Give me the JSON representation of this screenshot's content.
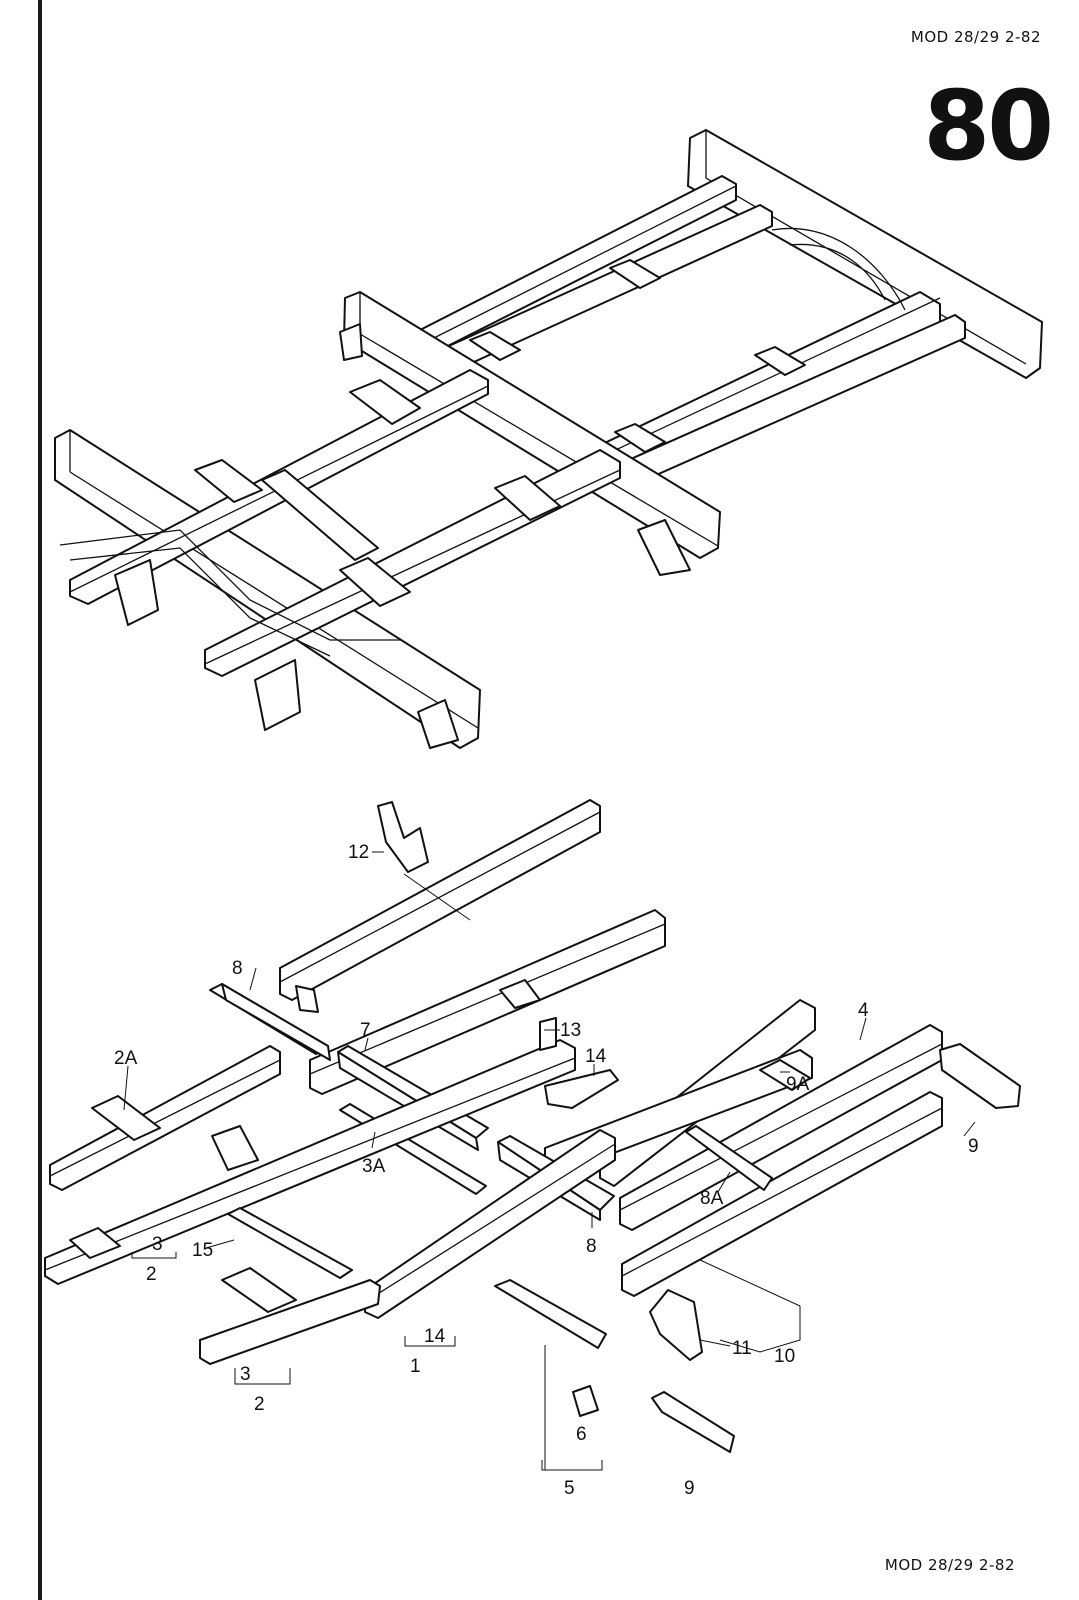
{
  "header": {
    "model_code": "MOD 28/29  2-82",
    "page_number": "80"
  },
  "footer": {
    "model_code": "MOD 28/29  2-82"
  },
  "callouts": [
    {
      "id": "12",
      "text": "12"
    },
    {
      "id": "8a",
      "text": "8"
    },
    {
      "id": "7",
      "text": "7"
    },
    {
      "id": "2A",
      "text": "2A"
    },
    {
      "id": "13",
      "text": "13"
    },
    {
      "id": "14a",
      "text": "14"
    },
    {
      "id": "4",
      "text": "4"
    },
    {
      "id": "9A",
      "text": "9A"
    },
    {
      "id": "9a",
      "text": "9"
    },
    {
      "id": "3A",
      "text": "3A"
    },
    {
      "id": "8A",
      "text": "8A"
    },
    {
      "id": "8b",
      "text": "8"
    },
    {
      "id": "3a",
      "text": "3"
    },
    {
      "id": "2a",
      "text": "2"
    },
    {
      "id": "15",
      "text": "15"
    },
    {
      "id": "14b",
      "text": "14"
    },
    {
      "id": "1",
      "text": "1"
    },
    {
      "id": "11",
      "text": "11"
    },
    {
      "id": "10",
      "text": "10"
    },
    {
      "id": "3b",
      "text": "3"
    },
    {
      "id": "2b",
      "text": "2"
    },
    {
      "id": "6",
      "text": "6"
    },
    {
      "id": "5",
      "text": "5"
    },
    {
      "id": "9b",
      "text": "9"
    }
  ]
}
